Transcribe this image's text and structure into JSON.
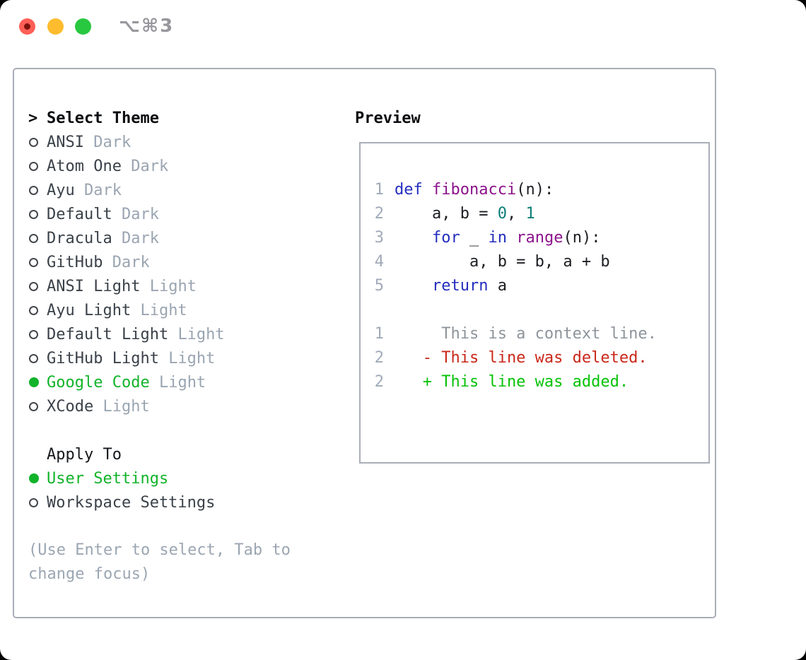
{
  "window": {
    "shortcut": "⌥⌘3",
    "traffic_colors": {
      "close": "#ff5f57",
      "minimize": "#febc2e",
      "zoom": "#28c840"
    }
  },
  "theme_panel": {
    "header_marker": ">",
    "header_label": "Select Theme",
    "themes": [
      {
        "name": "ANSI",
        "variant": "Dark",
        "selected": false
      },
      {
        "name": "Atom One",
        "variant": "Dark",
        "selected": false
      },
      {
        "name": "Ayu",
        "variant": "Dark",
        "selected": false
      },
      {
        "name": "Default",
        "variant": "Dark",
        "selected": false
      },
      {
        "name": "Dracula",
        "variant": "Dark",
        "selected": false
      },
      {
        "name": "GitHub",
        "variant": "Dark",
        "selected": false
      },
      {
        "name": "ANSI Light",
        "variant": "Light",
        "selected": false
      },
      {
        "name": "Ayu Light",
        "variant": "Light",
        "selected": false
      },
      {
        "name": "Default Light",
        "variant": "Light",
        "selected": false
      },
      {
        "name": "GitHub Light",
        "variant": "Light",
        "selected": false
      },
      {
        "name": "Google Code",
        "variant": "Light",
        "selected": true
      },
      {
        "name": "XCode",
        "variant": "Light",
        "selected": false
      }
    ],
    "apply_to_label": "Apply To",
    "apply_options": [
      {
        "label": "User Settings",
        "selected": true
      },
      {
        "label": "Workspace Settings",
        "selected": false
      }
    ],
    "hint": "(Use Enter to select, Tab to change focus)"
  },
  "preview": {
    "label": "Preview",
    "code_lines": [
      {
        "num": "1",
        "tokens": [
          {
            "t": "def",
            "c": "kw"
          },
          {
            "t": " ",
            "c": "pl"
          },
          {
            "t": "fibonacci",
            "c": "fn"
          },
          {
            "t": "(n):",
            "c": "pl"
          }
        ]
      },
      {
        "num": "2",
        "tokens": [
          {
            "t": "    a, b = ",
            "c": "pl"
          },
          {
            "t": "0",
            "c": "num"
          },
          {
            "t": ", ",
            "c": "pl"
          },
          {
            "t": "1",
            "c": "num"
          }
        ]
      },
      {
        "num": "3",
        "tokens": [
          {
            "t": "    ",
            "c": "pl"
          },
          {
            "t": "for",
            "c": "kw"
          },
          {
            "t": " _ ",
            "c": "pl"
          },
          {
            "t": "in",
            "c": "kw"
          },
          {
            "t": " ",
            "c": "pl"
          },
          {
            "t": "range",
            "c": "fn"
          },
          {
            "t": "(n):",
            "c": "pl"
          }
        ]
      },
      {
        "num": "4",
        "tokens": [
          {
            "t": "        a, b = b, a + b",
            "c": "pl"
          }
        ]
      },
      {
        "num": "5",
        "tokens": [
          {
            "t": "    ",
            "c": "pl"
          },
          {
            "t": "return",
            "c": "kw"
          },
          {
            "t": " a",
            "c": "pl"
          }
        ]
      }
    ],
    "diff_lines": [
      {
        "num": "1",
        "kind": "context",
        "text": "     This is a context line."
      },
      {
        "num": "2",
        "kind": "deleted",
        "text": "   - This line was deleted."
      },
      {
        "num": "2",
        "kind": "added",
        "text": "   + This line was added."
      }
    ]
  },
  "colors": {
    "selection_green": "#12b32a",
    "keyword_blue": "#232dbd",
    "function_purple": "#8c128c",
    "number_teal": "#0c7e78",
    "deleted_red": "#c9281a",
    "added_green": "#06c206",
    "muted_gray": "#9aa5b1",
    "panel_border": "#a9aeb7"
  }
}
